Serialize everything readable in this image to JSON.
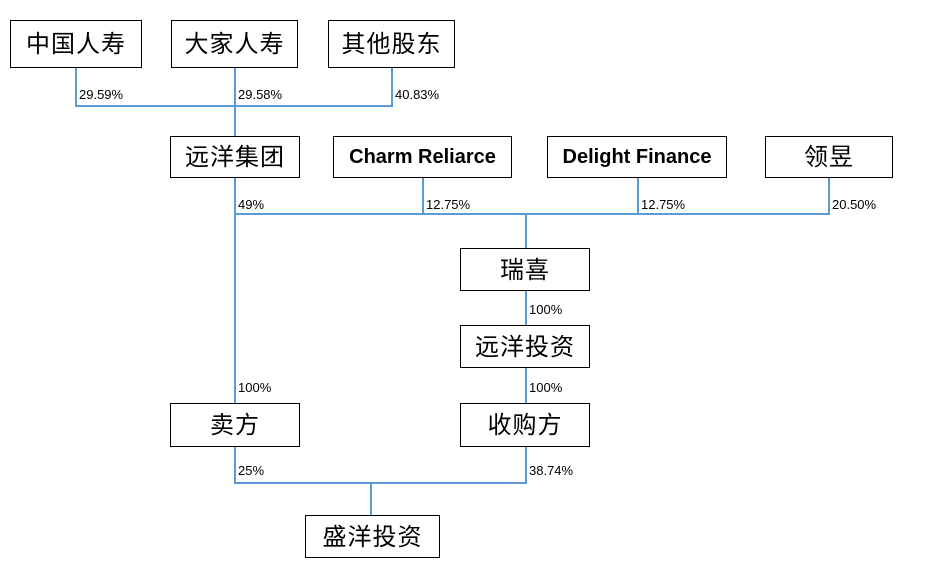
{
  "diagram": {
    "type": "ownership-structure-chart",
    "title": "",
    "line_color": "#5B9BD5",
    "box_border_color": "#000000",
    "background_color": "#FFFFFF",
    "nodes": [
      {
        "id": "china-life",
        "label": "中国人寿",
        "script": "cn"
      },
      {
        "id": "dajia-life",
        "label": "大家人寿",
        "script": "cn"
      },
      {
        "id": "other-holders",
        "label": "其他股东",
        "script": "cn"
      },
      {
        "id": "sino-ocean",
        "label": "远洋集团",
        "script": "cn"
      },
      {
        "id": "charm-reliarce",
        "label": "Charm Reliarce",
        "script": "en"
      },
      {
        "id": "delight-finance",
        "label": "Delight Finance",
        "script": "en"
      },
      {
        "id": "lingyu",
        "label": "领昱",
        "script": "cn"
      },
      {
        "id": "ruixi",
        "label": "瑞喜",
        "script": "cn"
      },
      {
        "id": "sino-ocean-inv",
        "label": "远洋投资",
        "script": "cn"
      },
      {
        "id": "seller",
        "label": "卖方",
        "script": "cn"
      },
      {
        "id": "acquirer",
        "label": "收购方",
        "script": "cn"
      },
      {
        "id": "shengyang-inv",
        "label": "盛洋投资",
        "script": "cn"
      }
    ],
    "edges": [
      {
        "id": "e1",
        "from": "china-life",
        "to": "sino-ocean",
        "label": "29.59%"
      },
      {
        "id": "e2",
        "from": "dajia-life",
        "to": "sino-ocean",
        "label": "29.58%"
      },
      {
        "id": "e3",
        "from": "other-holders",
        "to": "sino-ocean",
        "label": "40.83%"
      },
      {
        "id": "e4",
        "from": "sino-ocean",
        "to": "ruixi",
        "label": "49%"
      },
      {
        "id": "e5",
        "from": "charm-reliarce",
        "to": "ruixi",
        "label": "12.75%"
      },
      {
        "id": "e6",
        "from": "delight-finance",
        "to": "ruixi",
        "label": "12.75%"
      },
      {
        "id": "e7",
        "from": "lingyu",
        "to": "ruixi",
        "label": "20.50%"
      },
      {
        "id": "e8",
        "from": "ruixi",
        "to": "sino-ocean-inv",
        "label": "100%"
      },
      {
        "id": "e9",
        "from": "sino-ocean-inv",
        "to": "acquirer",
        "label": "100%"
      },
      {
        "id": "e10",
        "from": "sino-ocean",
        "to": "seller",
        "label": "100%"
      },
      {
        "id": "e11",
        "from": "seller",
        "to": "shengyang-inv",
        "label": "25%"
      },
      {
        "id": "e12",
        "from": "acquirer",
        "to": "shengyang-inv",
        "label": "38.74%"
      }
    ]
  }
}
